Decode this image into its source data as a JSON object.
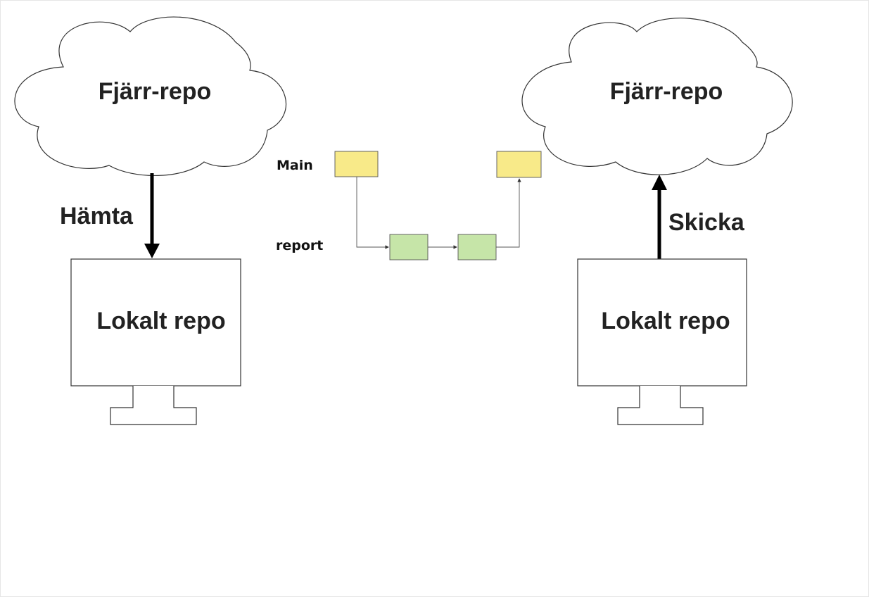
{
  "left": {
    "cloud_label": "Fjärr-repo",
    "arrow_label": "Hämta",
    "computer_label": "Lokalt repo"
  },
  "right": {
    "cloud_label": "Fjärr-repo",
    "arrow_label": "Skicka",
    "computer_label": "Lokalt repo"
  },
  "branches": {
    "main_label": "Main",
    "report_label": "report"
  },
  "colors": {
    "main_commit": "#f8ea89",
    "report_commit": "#c6e5a8",
    "stroke": "#333333"
  }
}
